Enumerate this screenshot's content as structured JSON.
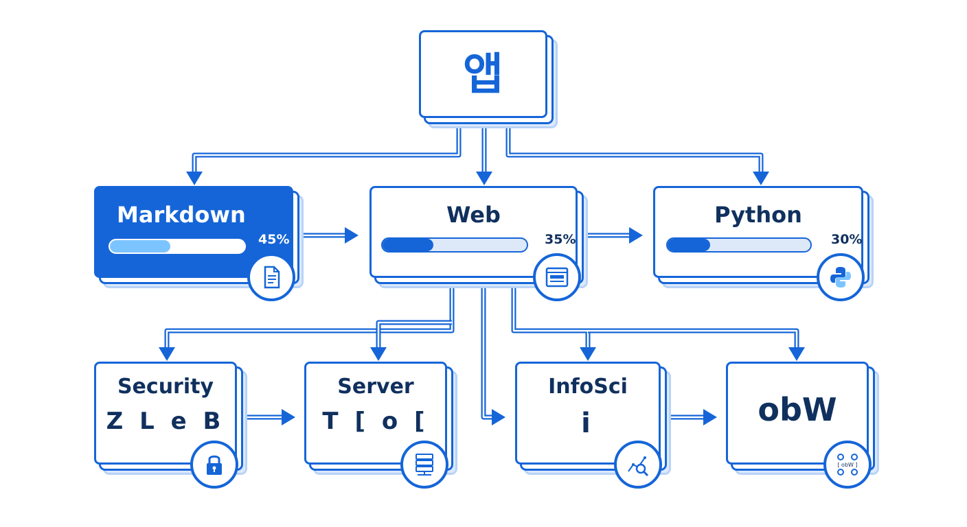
{
  "diagram": {
    "root": {
      "label": "앱"
    },
    "level1": [
      {
        "title": "Markdown",
        "percent_label": "45%",
        "progress": 0.45,
        "icon": "document-icon"
      },
      {
        "title": "Web",
        "percent_label": "35%",
        "progress": 0.35,
        "icon": "browser-window-icon"
      },
      {
        "title": "Python",
        "percent_label": "30%",
        "progress": 0.3,
        "icon": "python-logo-icon"
      }
    ],
    "level2": [
      {
        "title": "Security",
        "sub": "Z L e B",
        "icon": "padlock-icon"
      },
      {
        "title": "Server",
        "sub": "T [ o [",
        "icon": "server-rack-icon"
      },
      {
        "title": "InfoSci",
        "sub": "i",
        "icon": "data-search-icon"
      },
      {
        "title": "obW",
        "sub": "",
        "icon": "obw-network-icon",
        "icon_text": "[ obW ]"
      }
    ]
  },
  "colors": {
    "primary": "#1565d8",
    "text": "#10305e",
    "highlight_fill": "#7cc4ff",
    "track": "#dde8f8"
  }
}
